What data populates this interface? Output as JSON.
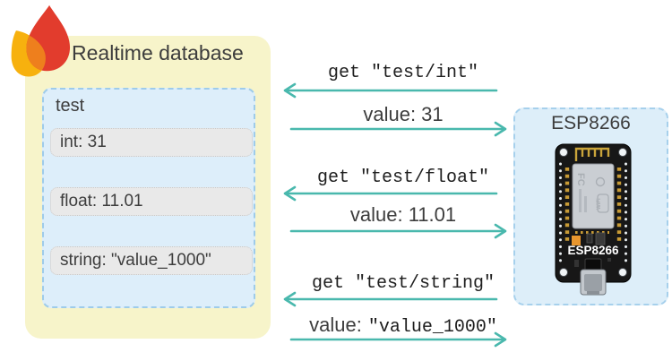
{
  "colors": {
    "arrow": "#49b8ad",
    "database_fill": "#f7f4ca",
    "node_fill": "#ddeefa",
    "node_border": "#9ecbea",
    "field_fill": "#e9e9e9",
    "esp_fill": "#ddeef9",
    "text": "#3d3d3d",
    "firebase_red": "#e23c2d",
    "firebase_yellow": "#f7b10e",
    "firebase_orange": "#ee7f1d"
  },
  "database": {
    "title": "Realtime database",
    "node": {
      "name": "test",
      "fields": [
        {
          "text": "int: 31"
        },
        {
          "text": "float: 11.01"
        },
        {
          "text": "string: \"value_1000\""
        }
      ]
    }
  },
  "device": {
    "title": "ESP8266",
    "board_label": "ESP8266",
    "shield_fc": "FC",
    "shield_wifi": "WiFi"
  },
  "exchanges": [
    {
      "request": "get \"test/int\"",
      "response_plain": "value: 31",
      "response_mono": ""
    },
    {
      "request": "get \"test/float\"",
      "response_plain": "value: 11.01",
      "response_mono": ""
    },
    {
      "request": "get \"test/string\"",
      "response_plain": "value:",
      "response_mono": "\"value_1000\""
    }
  ]
}
